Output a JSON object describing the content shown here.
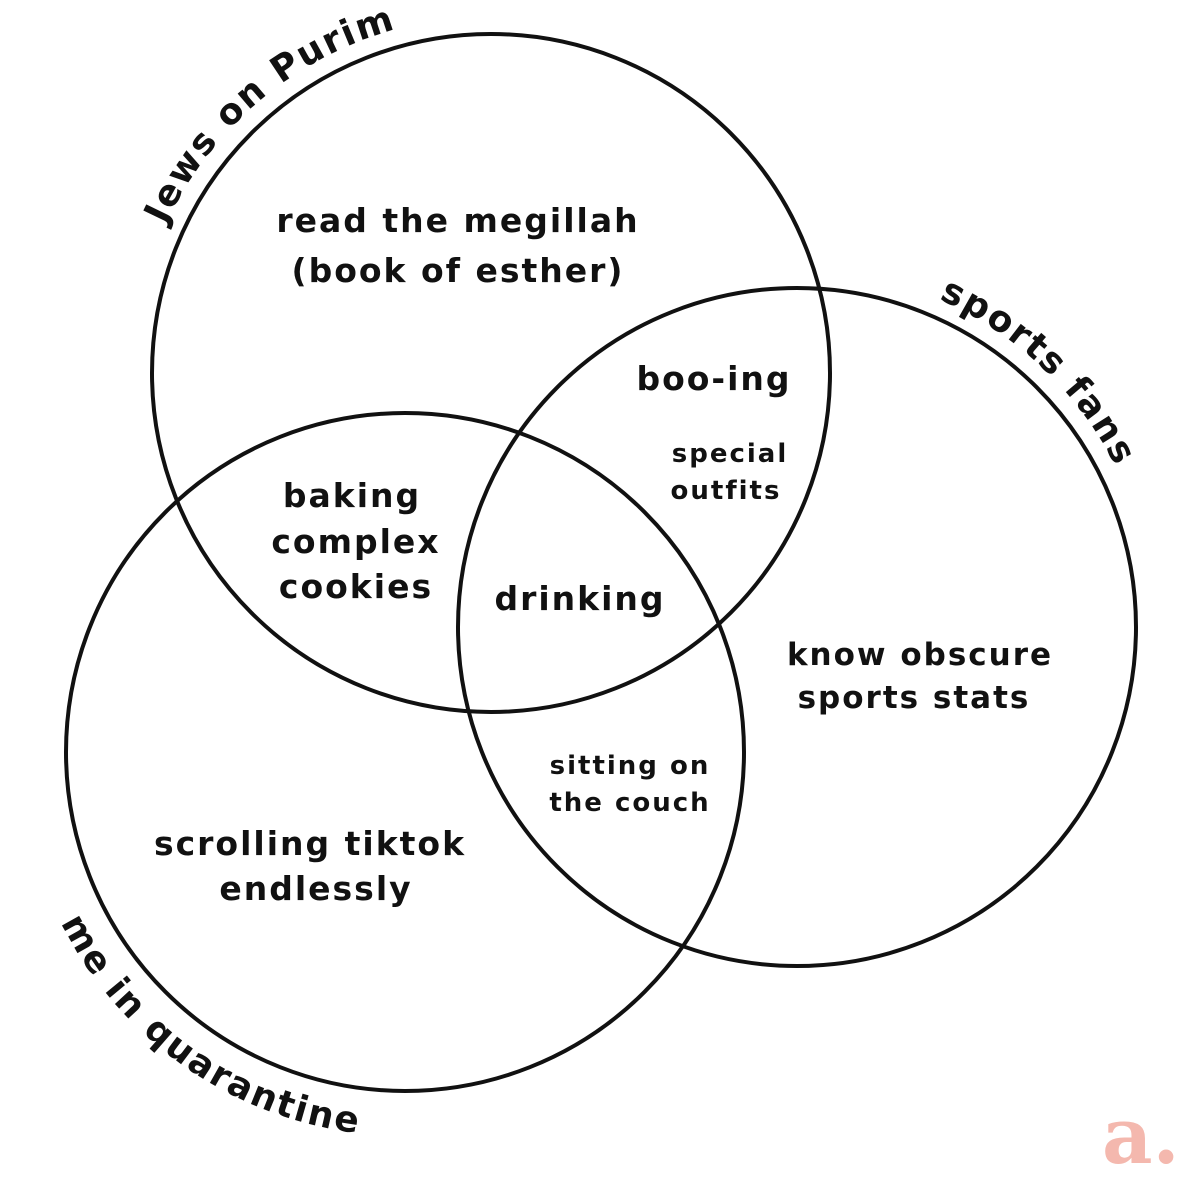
{
  "sets": {
    "top": "Jews on Purim",
    "right": "sports fans",
    "bottom_left": "me in quarantine"
  },
  "regions": {
    "top_only": [
      "read the megillah",
      "(book of esther)"
    ],
    "top_right_a": "boo-ing",
    "top_right_b": [
      "special",
      "outfits"
    ],
    "top_bottom": [
      "baking",
      "complex",
      "cookies"
    ],
    "center": "drinking",
    "right_only": [
      "know obscure",
      "sports stats"
    ],
    "right_bottom": [
      "sitting on",
      "the couch"
    ],
    "bottom_only": [
      "scrolling tiktok",
      "endlessly"
    ]
  },
  "logo": {
    "text": "a.",
    "color": "#f4b8ae"
  },
  "colors": {
    "stroke": "#111111",
    "background": "#ffffff"
  }
}
